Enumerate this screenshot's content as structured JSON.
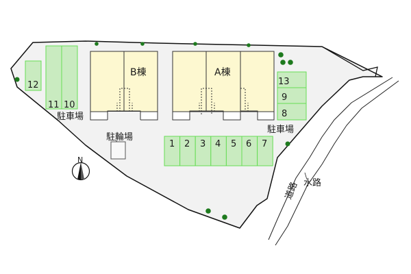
{
  "map": {
    "type": "site_plan",
    "colors": {
      "lot_fill": "#f2f2f2",
      "lot_outline": "#111111",
      "building_fill": "#fdf8d0",
      "building_outline": "#333333",
      "parking_fill": "#c9ebc0",
      "parking_outline": "#66dd55",
      "tree": "#1e7a1e",
      "background": "#ffffff"
    },
    "buildings": [
      {
        "id": "B",
        "label": "B棟"
      },
      {
        "id": "A",
        "label": "A棟"
      }
    ],
    "parking": {
      "label_left": "駐車場",
      "label_right": "駐車場",
      "spaces_row": [
        "1",
        "2",
        "3",
        "4",
        "5",
        "6",
        "7"
      ],
      "spaces_right_column": [
        "13",
        "9",
        "8"
      ],
      "spaces_left_tall": [
        "11",
        "10"
      ],
      "space_left_small": "12"
    },
    "bicycle_parking": {
      "label": "駐輪場"
    },
    "road": {
      "label": "道路"
    },
    "waterway": {
      "label": "水路"
    },
    "compass": {
      "label": "N"
    }
  }
}
